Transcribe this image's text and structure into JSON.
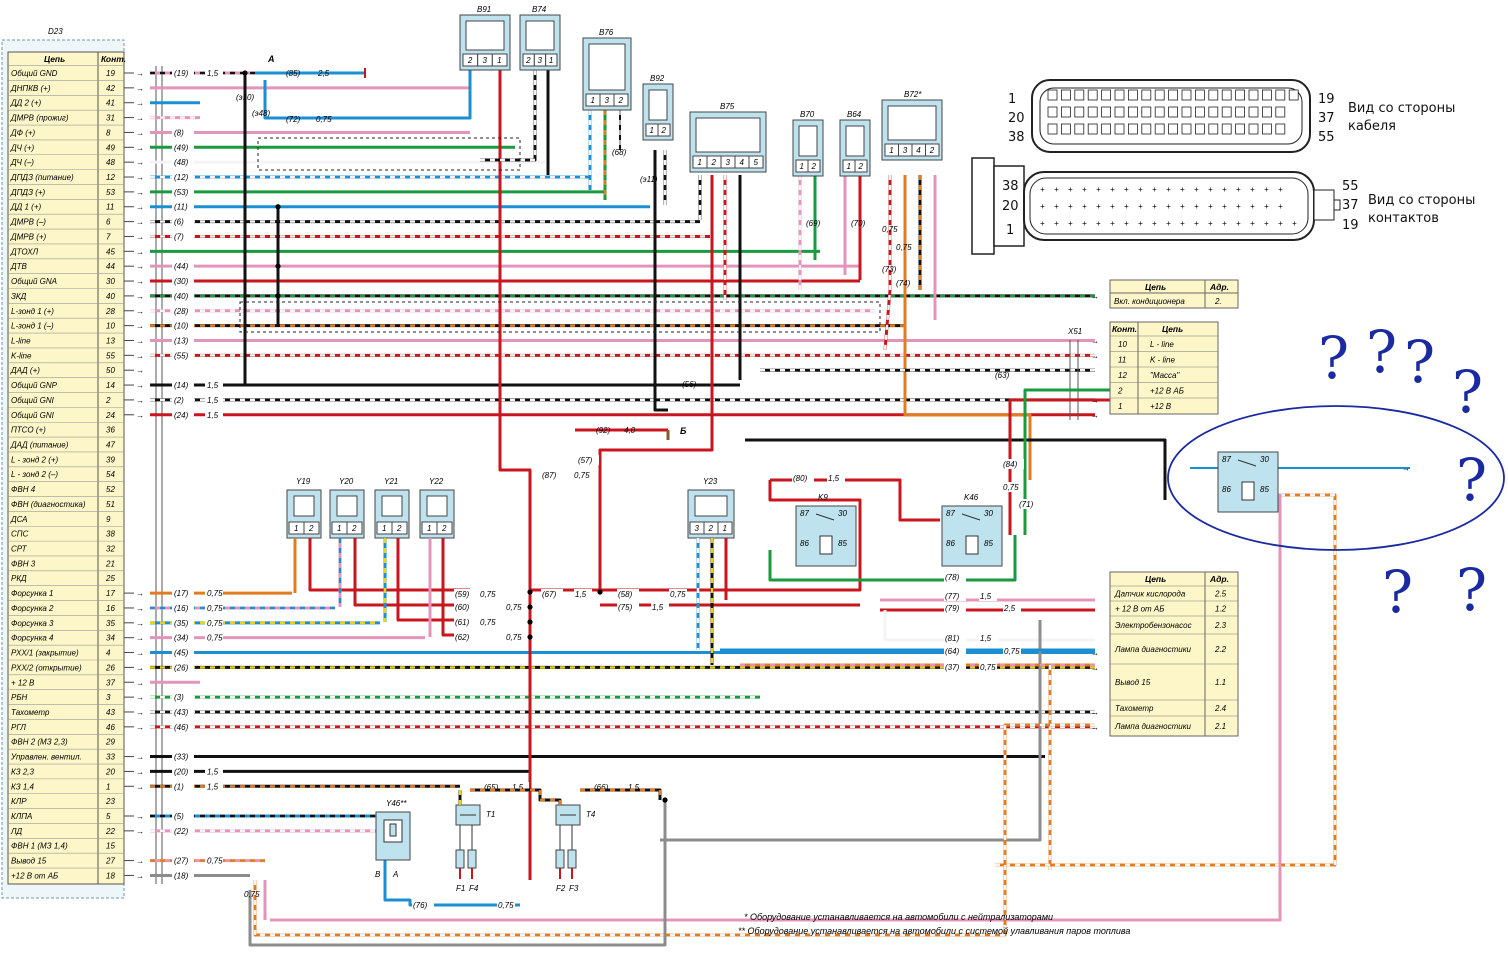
{
  "colors": {
    "red": "#c8161e",
    "blue": "#1b8fd2",
    "green": "#1a9a3e",
    "black": "#111111",
    "orange": "#e07c22",
    "pink": "#e394bb",
    "white": "#f4f4f4",
    "yellow": "#e9d21a",
    "gray": "#8c8c8c",
    "brown": "#8a5a2c",
    "component": "#bfe3ee",
    "table_bg": "#fdf6c8",
    "ink_blue": "#1a2aa0"
  },
  "ecu_table": {
    "id": "D23",
    "head_circuit": "Цепь",
    "head_pin": "Конт.",
    "rows": [
      {
        "name": "Общий GND",
        "pin": "19"
      },
      {
        "name": "ДНПКВ (+)",
        "pin": "42"
      },
      {
        "name": "ДД 2 (+)",
        "pin": "41"
      },
      {
        "name": "ДМРВ (прожиг)",
        "pin": "31"
      },
      {
        "name": "ДФ (+)",
        "pin": "8"
      },
      {
        "name": "ДЧ (+)",
        "pin": "49"
      },
      {
        "name": "ДЧ (–)",
        "pin": "48"
      },
      {
        "name": "ДПДЗ (питание)",
        "pin": "12"
      },
      {
        "name": "ДПДЗ (+)",
        "pin": "53"
      },
      {
        "name": "ДД 1 (+)",
        "pin": "11"
      },
      {
        "name": "ДМРВ (–)",
        "pin": "6"
      },
      {
        "name": "ДМРВ (+)",
        "pin": "7"
      },
      {
        "name": "ДТОХЛ",
        "pin": "45"
      },
      {
        "name": "ДТВ",
        "pin": "44"
      },
      {
        "name": "Общий GNA",
        "pin": "30"
      },
      {
        "name": "ЗКД",
        "pin": "40"
      },
      {
        "name": "L-зонд 1 (+)",
        "pin": "28"
      },
      {
        "name": "L-зонд 1 (–)",
        "pin": "10"
      },
      {
        "name": "L-line",
        "pin": "13"
      },
      {
        "name": "K-line",
        "pin": "55"
      },
      {
        "name": "ДАД (+)",
        "pin": "50"
      },
      {
        "name": "Общий GNP",
        "pin": "14"
      },
      {
        "name": "Общий GNI",
        "pin": "2"
      },
      {
        "name": "Общий GNI",
        "pin": "24"
      },
      {
        "name": "ПТСО (+)",
        "pin": "36"
      },
      {
        "name": "ДАД (питание)",
        "pin": "47"
      },
      {
        "name": "L - зонд 2 (+)",
        "pin": "39"
      },
      {
        "name": "L - зонд 2 (–)",
        "pin": "54"
      },
      {
        "name": "ФВН 4",
        "pin": "52"
      },
      {
        "name": "ФВН (диагностика)",
        "pin": "51"
      },
      {
        "name": "ДСА",
        "pin": "9"
      },
      {
        "name": "СПС",
        "pin": "38"
      },
      {
        "name": "СРТ",
        "pin": "32"
      },
      {
        "name": "ФВН 3",
        "pin": "21"
      },
      {
        "name": "РКД",
        "pin": "25"
      },
      {
        "name": "Форсунка 1",
        "pin": "17"
      },
      {
        "name": "Форсунка 2",
        "pin": "16"
      },
      {
        "name": "Форсунка 3",
        "pin": "35"
      },
      {
        "name": "Форсунка 4",
        "pin": "34"
      },
      {
        "name": "РХХ/1 (закрытие)",
        "pin": "4"
      },
      {
        "name": "РХХ/2 (открытие)",
        "pin": "26"
      },
      {
        "name": "+ 12 В",
        "pin": "37"
      },
      {
        "name": "РБН",
        "pin": "3"
      },
      {
        "name": "Тахометр",
        "pin": "43"
      },
      {
        "name": "РГЛ",
        "pin": "46"
      },
      {
        "name": "ФВН 2 (МЗ 2,3)",
        "pin": "29"
      },
      {
        "name": "Управлен. вентил.",
        "pin": "33"
      },
      {
        "name": "КЗ 2,3",
        "pin": "20"
      },
      {
        "name": "КЗ 1,4",
        "pin": "1"
      },
      {
        "name": "КЛР",
        "pin": "23"
      },
      {
        "name": "КЛПА",
        "pin": "5"
      },
      {
        "name": "ЛД",
        "pin": "22"
      },
      {
        "name": "ФВН 1 (МЗ 1,4)",
        "pin": "15"
      },
      {
        "name": "Вывод 15",
        "pin": "27"
      },
      {
        "name": "+12 В от АБ",
        "pin": "18"
      }
    ]
  },
  "wire_rows": [
    {
      "row": 0,
      "color": "pink",
      "stripe": "black",
      "num": "(19)",
      "sec": "1,5",
      "end": 255
    },
    {
      "row": 1,
      "color": "pink",
      "stripe": "",
      "num": "",
      "sec": "",
      "end": 470
    },
    {
      "row": 2,
      "color": "blue",
      "stripe": "",
      "num": "",
      "sec": "",
      "end": 0
    },
    {
      "row": 3,
      "color": "pink",
      "stripe": "white",
      "num": "",
      "sec": "",
      "end": 0
    },
    {
      "row": 4,
      "color": "pink",
      "stripe": "",
      "num": "(8)",
      "sec": "",
      "end": 470
    },
    {
      "row": 5,
      "color": "green",
      "stripe": "",
      "num": "(49)",
      "sec": "",
      "end": 515
    },
    {
      "row": 6,
      "color": "white",
      "stripe": "",
      "num": "(48)",
      "sec": "",
      "end": 545
    },
    {
      "row": 7,
      "color": "blue",
      "stripe": "white",
      "num": "(12)",
      "sec": "",
      "end": 590
    },
    {
      "row": 8,
      "color": "green",
      "stripe": "",
      "num": "(53)",
      "sec": "",
      "end": 605
    },
    {
      "row": 9,
      "color": "blue",
      "stripe": "",
      "num": "(11)",
      "sec": "",
      "end": 650
    },
    {
      "row": 10,
      "color": "black",
      "stripe": "white",
      "num": "(6)",
      "sec": "",
      "end": 700
    },
    {
      "row": 11,
      "color": "red",
      "stripe": "white",
      "num": "(7)",
      "sec": "",
      "end": 710
    },
    {
      "row": 12,
      "color": "green",
      "stripe": "",
      "num": "",
      "sec": "",
      "end": 820
    },
    {
      "row": 13,
      "color": "pink",
      "stripe": "",
      "num": "(44)",
      "sec": "",
      "end": 860
    },
    {
      "row": 14,
      "color": "red",
      "stripe": "",
      "num": "(30)",
      "sec": "",
      "end": 860
    },
    {
      "row": 15,
      "color": "black",
      "stripe": "green",
      "num": "(40)",
      "sec": "",
      "end": 1095
    },
    {
      "row": 16,
      "color": "pink",
      "stripe": "white",
      "num": "(28)",
      "sec": "",
      "end": 875
    },
    {
      "row": 17,
      "color": "black",
      "stripe": "orange",
      "num": "(10)",
      "sec": "",
      "end": 905
    },
    {
      "row": 18,
      "color": "pink",
      "stripe": "",
      "num": "(13)",
      "sec": "",
      "end": 1095
    },
    {
      "row": 19,
      "color": "red",
      "stripe": "white",
      "num": "(55)",
      "sec": "",
      "end": 1095
    },
    {
      "row": 20,
      "color": "",
      "stripe": "",
      "num": "",
      "sec": "",
      "end": 0
    },
    {
      "row": 21,
      "color": "black",
      "stripe": "",
      "num": "(14)",
      "sec": "1,5",
      "end": 740
    },
    {
      "row": 22,
      "color": "black",
      "stripe": "white",
      "num": "(2)",
      "sec": "1,5",
      "end": 1095
    },
    {
      "row": 23,
      "color": "red",
      "stripe": "",
      "num": "(24)",
      "sec": "1,5",
      "end": 1095
    },
    {
      "row": 35,
      "color": "orange",
      "stripe": "",
      "num": "(17)",
      "sec": "0,75",
      "end": 292
    },
    {
      "row": 36,
      "color": "pink",
      "stripe": "blue",
      "num": "(16)",
      "sec": "0,75",
      "end": 335
    },
    {
      "row": 37,
      "color": "blue",
      "stripe": "yellow",
      "num": "(35)",
      "sec": "0,75",
      "end": 380
    },
    {
      "row": 38,
      "color": "pink",
      "stripe": "",
      "num": "(34)",
      "sec": "0,75",
      "end": 425
    },
    {
      "row": 39,
      "color": "blue",
      "stripe": "",
      "num": "(45)",
      "sec": "",
      "end": 1095
    },
    {
      "row": 40,
      "color": "black",
      "stripe": "yellow",
      "num": "(26)",
      "sec": "",
      "end": 1095
    },
    {
      "row": 41,
      "color": "pink",
      "stripe": "",
      "num": "",
      "sec": "",
      "end": 0
    },
    {
      "row": 42,
      "color": "green",
      "stripe": "white",
      "num": "(3)",
      "sec": "",
      "end": 760
    },
    {
      "row": 43,
      "color": "black",
      "stripe": "white",
      "num": "(43)",
      "sec": "",
      "end": 1095
    },
    {
      "row": 44,
      "color": "red",
      "stripe": "white",
      "num": "(46)",
      "sec": "",
      "end": 1095
    },
    {
      "row": 46,
      "color": "black",
      "stripe": "",
      "num": "(33)",
      "sec": "",
      "end": 1045
    },
    {
      "row": 47,
      "color": "black",
      "stripe": "",
      "num": "(20)",
      "sec": "1,5",
      "end": 530
    },
    {
      "row": 48,
      "color": "black",
      "stripe": "orange",
      "num": "(1)",
      "sec": "1,5",
      "end": 460
    },
    {
      "row": 50,
      "color": "blue",
      "stripe": "black",
      "num": "(5)",
      "sec": "",
      "end": 385
    },
    {
      "row": 51,
      "color": "pink",
      "stripe": "white",
      "num": "(22)",
      "sec": "",
      "end": 385
    },
    {
      "row": 53,
      "color": "pink",
      "stripe": "orange",
      "num": "(27)",
      "sec": "0,75",
      "end": 265
    },
    {
      "row": 54,
      "color": "gray",
      "stripe": "",
      "num": "(18)",
      "sec": "",
      "end": 250
    }
  ],
  "top_wires": {
    "n85": "(85)",
    "s85": "2,5",
    "n72": "(72)",
    "s72": "0,75",
    "junction_a": "А",
    "e10": "(э10)",
    "e48": "(э48)",
    "e11": "(э11)",
    "n68": "(68)",
    "n69": "(69)",
    "n70": "(70)",
    "n73": "(73)",
    "n74": "(74)",
    "s73": "0,75",
    "s74": "0,75",
    "n63": "(63)",
    "n56": "(56)",
    "n92": "(92)",
    "s92": "4,0",
    "junction_b": "Б",
    "x51": "X51"
  },
  "sensors": [
    {
      "id": "B91",
      "pins": [
        "2",
        "3",
        "1"
      ]
    },
    {
      "id": "B74",
      "pins": [
        "2",
        "3",
        "1"
      ]
    },
    {
      "id": "B76",
      "pins": [
        "1",
        "3",
        "2"
      ]
    },
    {
      "id": "B92",
      "pins": [
        "1",
        "2"
      ]
    },
    {
      "id": "B75",
      "pins": [
        "1",
        "2",
        "3",
        "4",
        "5"
      ]
    },
    {
      "id": "B70",
      "pins": [
        "1",
        "2"
      ]
    },
    {
      "id": "B64",
      "pins": [
        "1",
        "2"
      ]
    },
    {
      "id": "B72*",
      "pins": [
        "1",
        "3",
        "4",
        "2"
      ]
    }
  ],
  "injectors": [
    {
      "id": "Y19",
      "pins": [
        "1",
        "2"
      ]
    },
    {
      "id": "Y20",
      "pins": [
        "1",
        "2"
      ]
    },
    {
      "id": "Y21",
      "pins": [
        "1",
        "2"
      ]
    },
    {
      "id": "Y22",
      "pins": [
        "1",
        "2"
      ]
    },
    {
      "id": "Y23",
      "pins": [
        "3",
        "2",
        "1"
      ]
    }
  ],
  "mid_wires": [
    {
      "num": "(59)",
      "sec": "0,75"
    },
    {
      "num": "(60)",
      "sec": "0,75"
    },
    {
      "num": "(61)",
      "sec": "0,75"
    },
    {
      "num": "(62)",
      "sec": "0,75"
    },
    {
      "num": "(67)",
      "sec": "1,5"
    },
    {
      "num": "(58)",
      "sec": "0,75"
    },
    {
      "num": "(75)",
      "sec": "1,5"
    },
    {
      "num": "(57)",
      "sec": ""
    },
    {
      "num": "(87)",
      "sec": "0,75"
    },
    {
      "num": "(80)",
      "sec": "1,5"
    },
    {
      "num": "(77)",
      "sec": "1,5"
    },
    {
      "num": "(79)",
      "sec": "2,5"
    },
    {
      "num": "(81)",
      "sec": "1,5"
    },
    {
      "num": "(64)",
      "sec": "0,75"
    },
    {
      "num": "(37)",
      "sec": "0,75"
    },
    {
      "num": "(78)",
      "sec": ""
    },
    {
      "num": "(84)",
      "sec": "0,75"
    },
    {
      "num": "(71)",
      "sec": ""
    },
    {
      "num": "(65)",
      "sec": "1,5"
    },
    {
      "num": "(66)",
      "sec": "1,5"
    },
    {
      "num": "(76)",
      "sec": "0,75"
    }
  ],
  "relays": [
    {
      "id": "K9",
      "t87": "87",
      "t30": "30",
      "t86": "86",
      "t85": "85"
    },
    {
      "id": "K46",
      "t87": "87",
      "t30": "30",
      "t86": "86",
      "t85": "85"
    }
  ],
  "added_relay": {
    "t87": "87",
    "t30": "30",
    "t86": "86",
    "t85": "85"
  },
  "coils": [
    {
      "id": "T1",
      "f1": "F1",
      "f2": "F4"
    },
    {
      "id": "T4",
      "f1": "F2",
      "f2": "F3"
    }
  ],
  "y46": {
    "id": "Y46**",
    "pb": "B",
    "pa": "A"
  },
  "aux_wires": {
    "e075": "0,75"
  },
  "conditioner_table": {
    "head_circuit": "Цепь",
    "head_addr": "Адр.",
    "rows": [
      {
        "name": "Вкл. кондиционера",
        "addr": "2."
      }
    ]
  },
  "diag_table": {
    "head_pin": "Конт.",
    "head_circuit": "Цепь",
    "rows": [
      {
        "pin": "10",
        "name": "L - line"
      },
      {
        "pin": "11",
        "name": "K - line"
      },
      {
        "pin": "12",
        "name": "\"Масса\""
      },
      {
        "pin": "2",
        "name": "+12 В АБ"
      },
      {
        "pin": "1",
        "name": "+12 В"
      }
    ]
  },
  "fuse_table": {
    "head_circuit": "Цепь",
    "head_addr": "Адр.",
    "rows": [
      {
        "name": "Датчик кислорода",
        "addr": "2.5"
      },
      {
        "name": "+ 12 В от АБ",
        "addr": "1.2"
      },
      {
        "name": "Электробензонасос",
        "addr": "2.3"
      },
      {
        "name": "Лампа диагностики",
        "addr": "2.2"
      },
      {
        "name": "Вывод 15",
        "addr": "1.1"
      },
      {
        "name": "Тахометр",
        "addr": "2.4"
      },
      {
        "name": "Лампа диагностики",
        "addr": "2.1"
      }
    ]
  },
  "connector_views": {
    "cable": {
      "n1": "1",
      "n20": "20",
      "n38": "38",
      "n19": "19",
      "n37": "37",
      "n55": "55",
      "caption": "Вид со стороны кабеля"
    },
    "contacts": {
      "n38": "38",
      "n20": "20",
      "n1": "1",
      "n55": "55",
      "n37": "37",
      "n19": "19",
      "caption": "Вид со стороны контактов"
    }
  },
  "footnotes": [
    "* Оборудование устанавливается на автомобили с нейтрализаторами",
    "** Оборудование устанавливается на автомобили с системой улавливания паров топлива"
  ]
}
